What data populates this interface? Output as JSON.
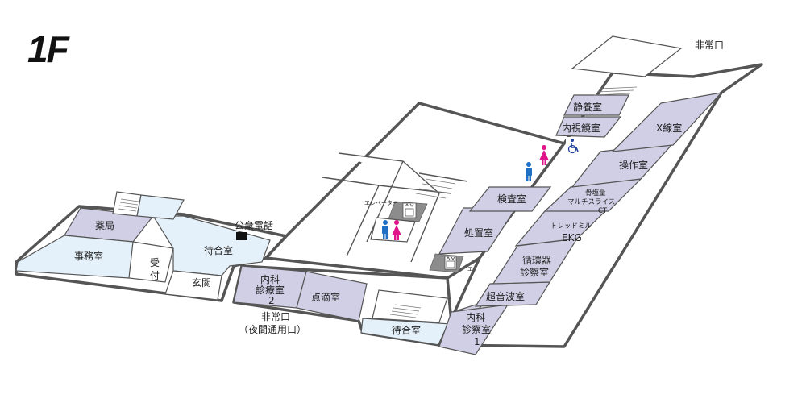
{
  "floor": {
    "title": "1F"
  },
  "rooms": {
    "pharmacy": "薬局",
    "office": "事務室",
    "reception": [
      "受",
      "付"
    ],
    "waiting_main": "待合室",
    "entrance": "玄関",
    "public_phone": "公衆電話",
    "internal2": [
      "内科",
      "診療室",
      "2"
    ],
    "drip": "点滴室",
    "waiting2": "待合室",
    "internal1": [
      "内科",
      "診察室",
      "1"
    ],
    "ultrasound": "超音波室",
    "circulatory": [
      "循環器",
      "診察室"
    ],
    "treadmill": [
      "トレッドミル",
      "EKG"
    ],
    "treatment": "処置室",
    "exam": "検査室",
    "bone": [
      "骨塩量",
      "マルチスライス",
      "CT"
    ],
    "operation": "操作室",
    "xray": "X線室",
    "endoscopy": "内視鏡室",
    "rest": "静養室",
    "emergency_top": "非常口",
    "emergency_bottom": [
      "非常口",
      "（夜間通用口）"
    ],
    "elevator": "エレベーター"
  },
  "icons": [
    "male-restroom-icon",
    "female-restroom-icon",
    "wheelchair-icon",
    "elevator-icon",
    "stair-icon"
  ],
  "colors": {
    "room": "#d0cfe6",
    "waiting": "#e4f1fa",
    "wall": "#555555",
    "male": "#1f6fc4",
    "female": "#e0158a",
    "accessible": "#1f3f9a",
    "elevator": "#8c8c8c"
  }
}
